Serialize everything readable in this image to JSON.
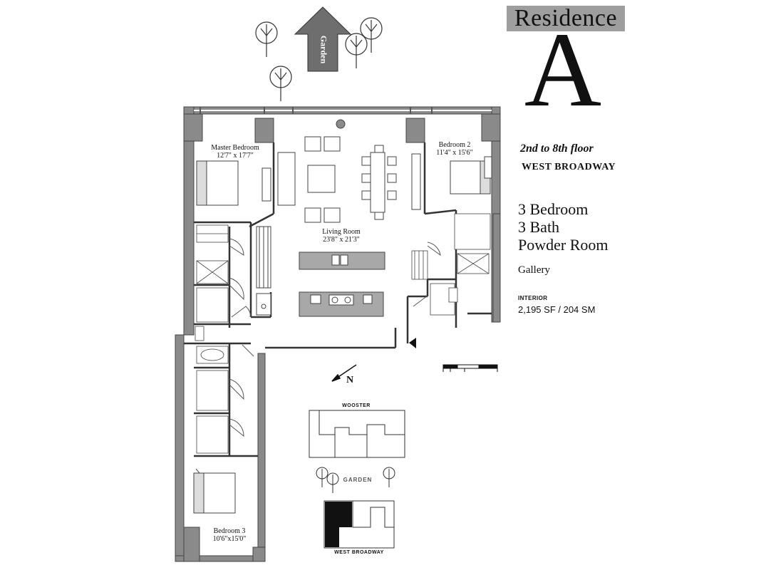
{
  "title": {
    "residence_word": "Residence",
    "residence_letter": "A"
  },
  "details": {
    "floor_range": "2nd to 8th floor",
    "street_name": "WEST BROADWAY",
    "summary_lines": [
      "3 Bedroom",
      "3 Bath",
      "Powder Room"
    ],
    "gallery": "Gallery",
    "interior_heading": "INTERIOR",
    "interior_area": "2,195 SF / 204 SM"
  },
  "rooms": {
    "master_bedroom": {
      "name": "Master Bedroom",
      "size": "12'7\" x 17'7\""
    },
    "bedroom_2": {
      "name": "Bedroom 2",
      "size": "11'4\" x 15'6\""
    },
    "living_room": {
      "name": "Living Room",
      "size": "23'8\" x 21'3\""
    },
    "bedroom_3": {
      "name": "Bedroom 3",
      "size": "10'6\"x15'0\""
    }
  },
  "compass": {
    "north_label": "N"
  },
  "garden_arrow": {
    "label": "Garden"
  },
  "key_plan": {
    "top_street": "WOOSTER",
    "middle_label": "GARDEN",
    "bottom_street": "WEST BROADWAY"
  },
  "colors": {
    "wall": "#8a8a8a",
    "wall_dark": "#5a5a5a",
    "line": "#333333",
    "counter": "#a8a8a8",
    "highlight_unit": "#111111"
  }
}
